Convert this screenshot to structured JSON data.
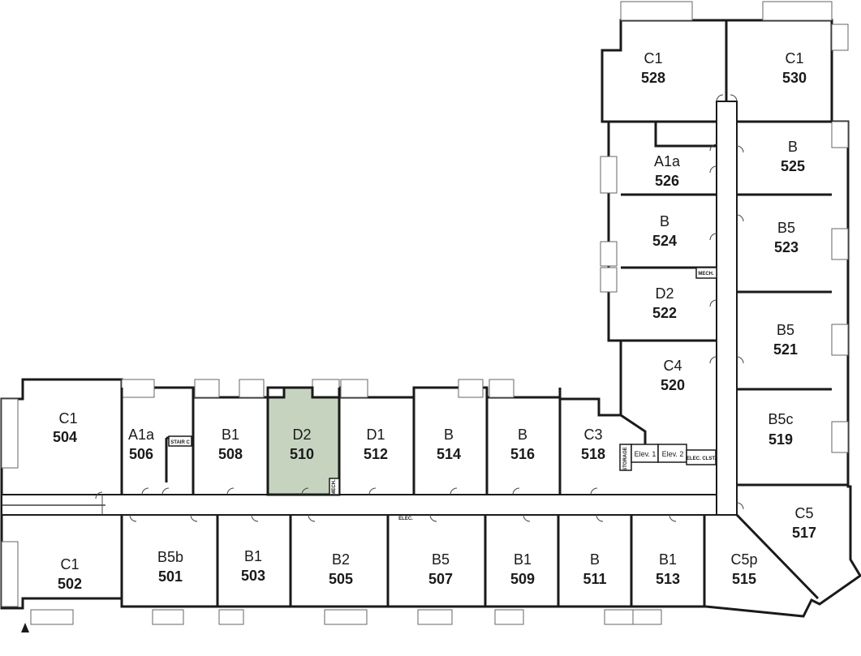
{
  "units": [
    {
      "id": "504",
      "type": "C1"
    },
    {
      "id": "506",
      "type": "A1a"
    },
    {
      "id": "508",
      "type": "B1"
    },
    {
      "id": "510",
      "type": "D2",
      "selected": true
    },
    {
      "id": "512",
      "type": "D1"
    },
    {
      "id": "514",
      "type": "B"
    },
    {
      "id": "516",
      "type": "B"
    },
    {
      "id": "518",
      "type": "C3"
    },
    {
      "id": "520",
      "type": "C4"
    },
    {
      "id": "522",
      "type": "D2"
    },
    {
      "id": "524",
      "type": "B"
    },
    {
      "id": "526",
      "type": "A1a"
    },
    {
      "id": "528",
      "type": "C1"
    },
    {
      "id": "530",
      "type": "C1"
    },
    {
      "id": "525",
      "type": "B"
    },
    {
      "id": "523",
      "type": "B5"
    },
    {
      "id": "521",
      "type": "B5"
    },
    {
      "id": "519",
      "type": "B5c"
    },
    {
      "id": "517",
      "type": "C5"
    },
    {
      "id": "515",
      "type": "C5p"
    },
    {
      "id": "513",
      "type": "B1"
    },
    {
      "id": "511",
      "type": "B"
    },
    {
      "id": "509",
      "type": "B1"
    },
    {
      "id": "507",
      "type": "B5"
    },
    {
      "id": "505",
      "type": "B2"
    },
    {
      "id": "503",
      "type": "B1"
    },
    {
      "id": "501",
      "type": "B5b"
    },
    {
      "id": "502",
      "type": "C1"
    }
  ],
  "labels": {
    "stair_c": "STAIR C",
    "mech_510": "MECH.",
    "mech_522": "MECH.",
    "elec": "ELEC.",
    "storage": "STORAGE",
    "elev1": "Elev. 1",
    "elev2": "Elev. 2",
    "elec_clst": "ELEC. CLST."
  },
  "colors": {
    "selected_fill": "#c6d4bf",
    "wall": "#1a1a1a"
  },
  "icons": [
    "north-arrow-icon"
  ]
}
